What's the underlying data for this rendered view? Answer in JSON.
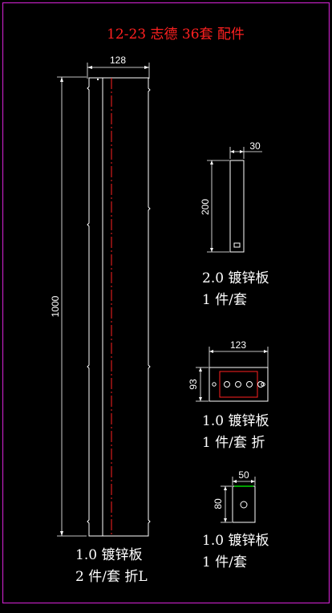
{
  "title": "12-23 志德 36套 配件",
  "colors": {
    "background": "#000000",
    "frame": "#c020c0",
    "title": "#ff2020",
    "lines": "#ffffff",
    "centerline": "#ff2020",
    "accent": "#00ff00"
  },
  "parts": [
    {
      "id": "long-strip",
      "dim_width": "128",
      "dim_height": "1000",
      "label_line1": "1.0 镀锌板",
      "label_line2": "2 件/套 折L"
    },
    {
      "id": "small-strip",
      "dim_width": "30",
      "dim_height": "200",
      "label_line1": "2.0 镀锌板",
      "label_line2": "1 件/套"
    },
    {
      "id": "four-hole-plate",
      "dim_width": "123",
      "dim_height": "93",
      "label_line1": "1.0 镀锌板",
      "label_line2": "1 件/套 折"
    },
    {
      "id": "single-hole-plate",
      "dim_width": "50",
      "dim_height": "80",
      "label_line1": "1.0 镀锌板",
      "label_line2": "1 件/套"
    }
  ]
}
